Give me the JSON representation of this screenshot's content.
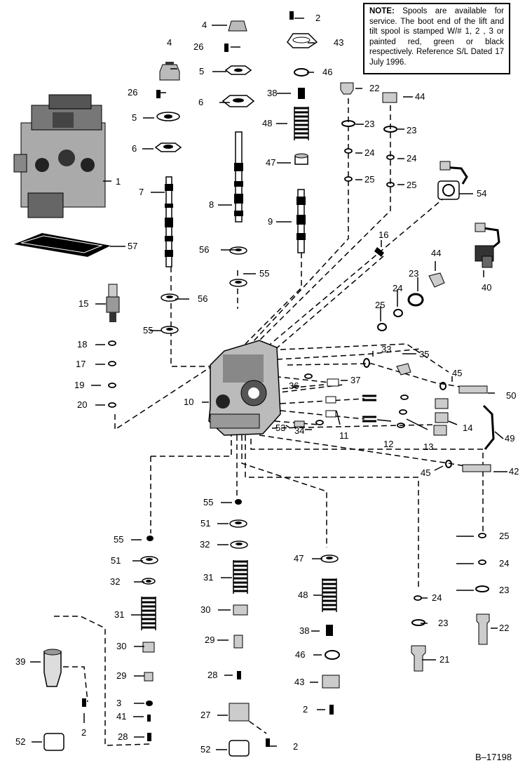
{
  "note": {
    "label": "NOTE:",
    "text": "Spools are available for service. The boot end of the lift and tilt spool is stamped W/# 1, 2 , 3 or painted red, green or black respectively. Reference S/L Dated 17 July 1996."
  },
  "reference_code": "B–17198",
  "callouts": [
    {
      "id": "c1",
      "text": "1"
    },
    {
      "id": "c2a",
      "text": "2"
    },
    {
      "id": "c2b",
      "text": "2"
    },
    {
      "id": "c2c",
      "text": "2"
    },
    {
      "id": "c2d",
      "text": "2"
    },
    {
      "id": "c3",
      "text": "3"
    },
    {
      "id": "c4a",
      "text": "4"
    },
    {
      "id": "c4b",
      "text": "4"
    },
    {
      "id": "c5a",
      "text": "5"
    },
    {
      "id": "c5b",
      "text": "5"
    },
    {
      "id": "c6a",
      "text": "6"
    },
    {
      "id": "c6b",
      "text": "6"
    },
    {
      "id": "c7",
      "text": "7"
    },
    {
      "id": "c8",
      "text": "8"
    },
    {
      "id": "c9",
      "text": "9"
    },
    {
      "id": "c10",
      "text": "10"
    },
    {
      "id": "c11",
      "text": "11"
    },
    {
      "id": "c12",
      "text": "12"
    },
    {
      "id": "c13",
      "text": "13"
    },
    {
      "id": "c14",
      "text": "14"
    },
    {
      "id": "c15",
      "text": "15"
    },
    {
      "id": "c16",
      "text": "16"
    },
    {
      "id": "c17",
      "text": "17"
    },
    {
      "id": "c18",
      "text": "18"
    },
    {
      "id": "c19",
      "text": "19"
    },
    {
      "id": "c20",
      "text": "20"
    },
    {
      "id": "c21",
      "text": "21"
    },
    {
      "id": "c22a",
      "text": "22"
    },
    {
      "id": "c22b",
      "text": "22"
    },
    {
      "id": "c23a",
      "text": "23"
    },
    {
      "id": "c23b",
      "text": "23"
    },
    {
      "id": "c23c",
      "text": "23"
    },
    {
      "id": "c23d",
      "text": "23"
    },
    {
      "id": "c23e",
      "text": "23"
    },
    {
      "id": "c24a",
      "text": "24"
    },
    {
      "id": "c24b",
      "text": "24"
    },
    {
      "id": "c24c",
      "text": "24"
    },
    {
      "id": "c24d",
      "text": "24"
    },
    {
      "id": "c24e",
      "text": "24"
    },
    {
      "id": "c25a",
      "text": "25"
    },
    {
      "id": "c25b",
      "text": "25"
    },
    {
      "id": "c25c",
      "text": "25"
    },
    {
      "id": "c25d",
      "text": "25"
    },
    {
      "id": "c26a",
      "text": "26"
    },
    {
      "id": "c26b",
      "text": "26"
    },
    {
      "id": "c27",
      "text": "27"
    },
    {
      "id": "c28a",
      "text": "28"
    },
    {
      "id": "c28b",
      "text": "28"
    },
    {
      "id": "c29a",
      "text": "29"
    },
    {
      "id": "c29b",
      "text": "29"
    },
    {
      "id": "c30a",
      "text": "30"
    },
    {
      "id": "c30b",
      "text": "30"
    },
    {
      "id": "c31a",
      "text": "31"
    },
    {
      "id": "c31b",
      "text": "31"
    },
    {
      "id": "c32a",
      "text": "32"
    },
    {
      "id": "c32b",
      "text": "32"
    },
    {
      "id": "c33",
      "text": "33"
    },
    {
      "id": "c34",
      "text": "34"
    },
    {
      "id": "c35",
      "text": "35"
    },
    {
      "id": "c36",
      "text": "36"
    },
    {
      "id": "c37",
      "text": "37"
    },
    {
      "id": "c38a",
      "text": "38"
    },
    {
      "id": "c38b",
      "text": "38"
    },
    {
      "id": "c39",
      "text": "39"
    },
    {
      "id": "c40",
      "text": "40"
    },
    {
      "id": "c41",
      "text": "41"
    },
    {
      "id": "c42",
      "text": "42"
    },
    {
      "id": "c43a",
      "text": "43"
    },
    {
      "id": "c43b",
      "text": "43"
    },
    {
      "id": "c44a",
      "text": "44"
    },
    {
      "id": "c44b",
      "text": "44"
    },
    {
      "id": "c45a",
      "text": "45"
    },
    {
      "id": "c45b",
      "text": "45"
    },
    {
      "id": "c46a",
      "text": "46"
    },
    {
      "id": "c46b",
      "text": "46"
    },
    {
      "id": "c47a",
      "text": "47"
    },
    {
      "id": "c47b",
      "text": "47"
    },
    {
      "id": "c48a",
      "text": "48"
    },
    {
      "id": "c48b",
      "text": "48"
    },
    {
      "id": "c49",
      "text": "49"
    },
    {
      "id": "c50",
      "text": "50"
    },
    {
      "id": "c51a",
      "text": "51"
    },
    {
      "id": "c51b",
      "text": "51"
    },
    {
      "id": "c52a",
      "text": "52"
    },
    {
      "id": "c52b",
      "text": "52"
    },
    {
      "id": "c53",
      "text": "53"
    },
    {
      "id": "c54",
      "text": "54"
    },
    {
      "id": "c55a",
      "text": "55"
    },
    {
      "id": "c55b",
      "text": "55"
    },
    {
      "id": "c55c",
      "text": "55"
    },
    {
      "id": "c55d",
      "text": "55"
    },
    {
      "id": "c56a",
      "text": "56"
    },
    {
      "id": "c56b",
      "text": "56"
    },
    {
      "id": "c57",
      "text": "57"
    }
  ]
}
